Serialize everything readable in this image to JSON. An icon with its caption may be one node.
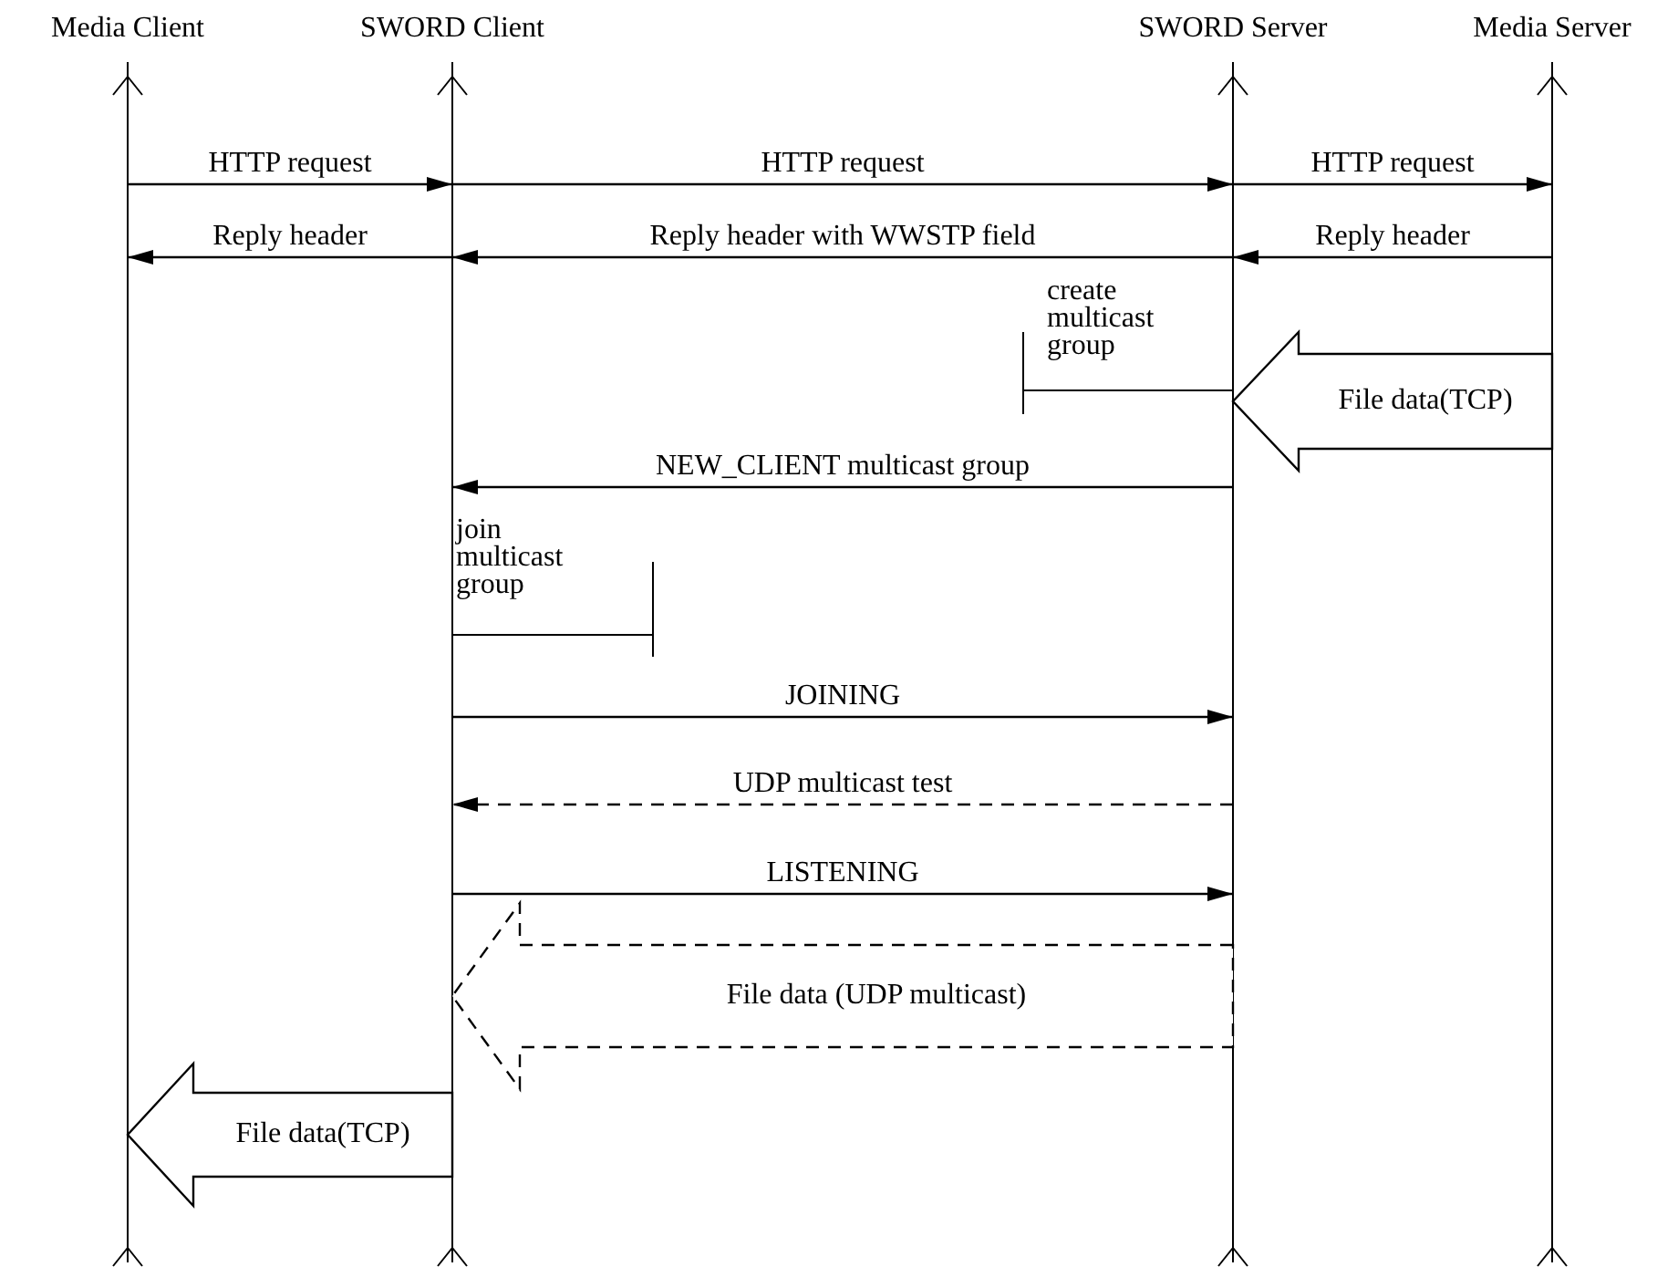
{
  "diagram": {
    "nodes": [
      {
        "text": [
          "Media Client"
        ]
      },
      {
        "text": [
          "SWORD Client"
        ]
      },
      {
        "text": [
          "SWORD Server"
        ]
      },
      {
        "text": [
          "Media Server"
        ]
      }
    ],
    "edges": [
      {
        "from": 0,
        "to": 1,
        "arrow": "to",
        "label": "HTTP request"
      },
      {
        "from": 1,
        "to": 2,
        "arrow": "to",
        "label": "HTTP request"
      },
      {
        "from": 2,
        "to": 3,
        "arrow": "to",
        "label": "HTTP request"
      },
      {
        "from": 3,
        "to": 2,
        "arrow": "to",
        "label": "Reply header"
      },
      {
        "from": 2,
        "to": 1,
        "arrow": "to",
        "label": "Reply header with WWSTP field"
      },
      {
        "from": 1,
        "to": 0,
        "arrow": "to",
        "label": "Reply header"
      },
      {
        "from": 3,
        "to": 2,
        "arrow": "to",
        "label": "File data(TCP)"
      },
      {
        "from": 2,
        "to": 1,
        "arrow": "to",
        "label": "NEW_CLIENT multicast group"
      },
      {
        "from": 1,
        "to": 2,
        "arrow": "to",
        "label": "JOINING"
      },
      {
        "from": 2,
        "to": 1,
        "arrow": "to",
        "label": "UDP multicast test",
        "style": "dashed"
      },
      {
        "from": 1,
        "to": 2,
        "arrow": "to",
        "label": "LISTENING"
      },
      {
        "from": 2,
        "to": 1,
        "arrow": "to",
        "label": "File data (UDP multicast)",
        "style": "dashed"
      },
      {
        "from": 1,
        "to": 0,
        "arrow": "to",
        "label": "File data(TCP)"
      }
    ],
    "labels": [
      "create multicast group",
      "join multicast group"
    ]
  }
}
